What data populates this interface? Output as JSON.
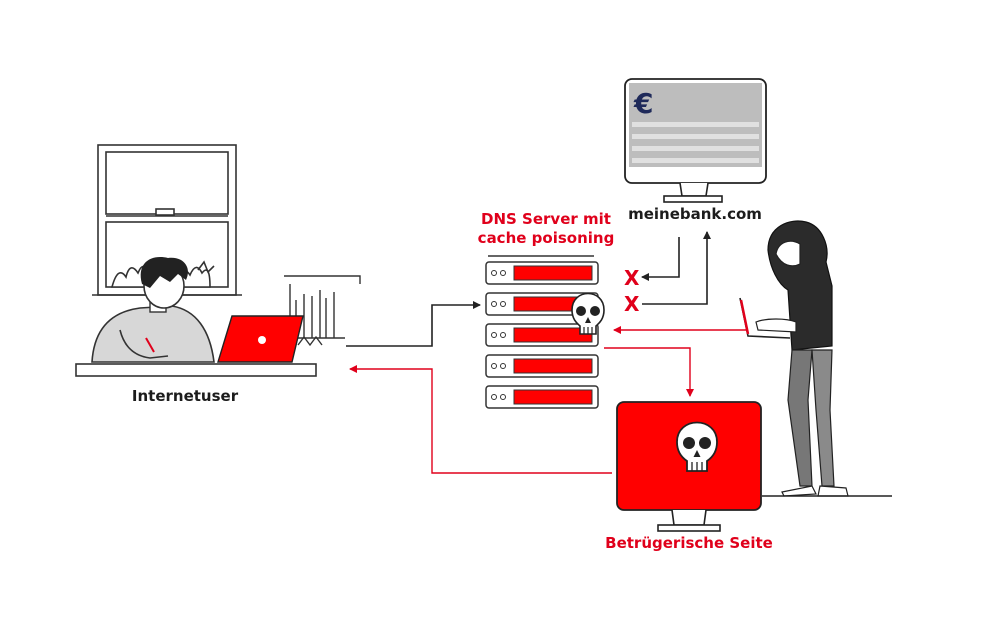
{
  "labels": {
    "dns_server_line1": "DNS Server mit",
    "dns_server_line2": "cache poisoning",
    "bank_site": "meinebank.com",
    "internet_user": "Internetuser",
    "fraud_site": "Betrügerische Seite",
    "euro_symbol": "€",
    "blocked_mark": "X"
  },
  "colors": {
    "accent_red": "#ff0000",
    "arrow_red": "#e0001b",
    "outline": "#222222",
    "bank_screen": "#bdbdbd"
  },
  "icons": [
    "window-illustration",
    "bookshelf-illustration",
    "user-at-laptop-illustration",
    "server-rack-icon",
    "skull-icon",
    "bank-monitor-icon",
    "hacker-illustration",
    "fraud-monitor-icon"
  ]
}
